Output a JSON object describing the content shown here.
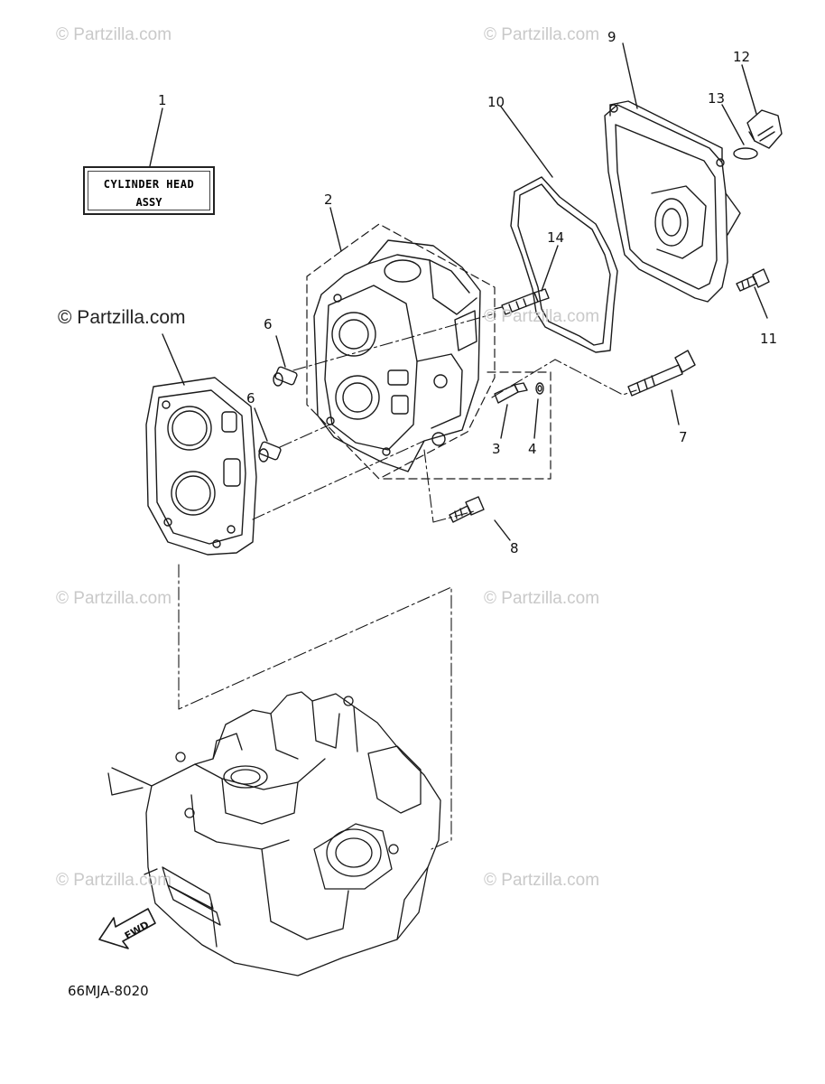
{
  "watermarks": [
    "© Partzilla.com",
    "© Partzilla.com",
    "© Partzilla.com",
    "© Partzilla.com",
    "© Partzilla.com",
    "© Partzilla.com",
    "© Partzilla.com",
    "© Partzilla.com"
  ],
  "assembly_label": {
    "line1": "CYLINDER HEAD",
    "line2": "ASSY"
  },
  "callouts": [
    "1",
    "2",
    "3",
    "4",
    "6",
    "6",
    "7",
    "8",
    "9",
    "10",
    "11",
    "12",
    "13",
    "14"
  ],
  "fwd_indicator": "FWD",
  "diagram_code": "66MJA-8020",
  "colors": {
    "line": "#1a1a1a",
    "watermark": "#c9c9c9"
  }
}
